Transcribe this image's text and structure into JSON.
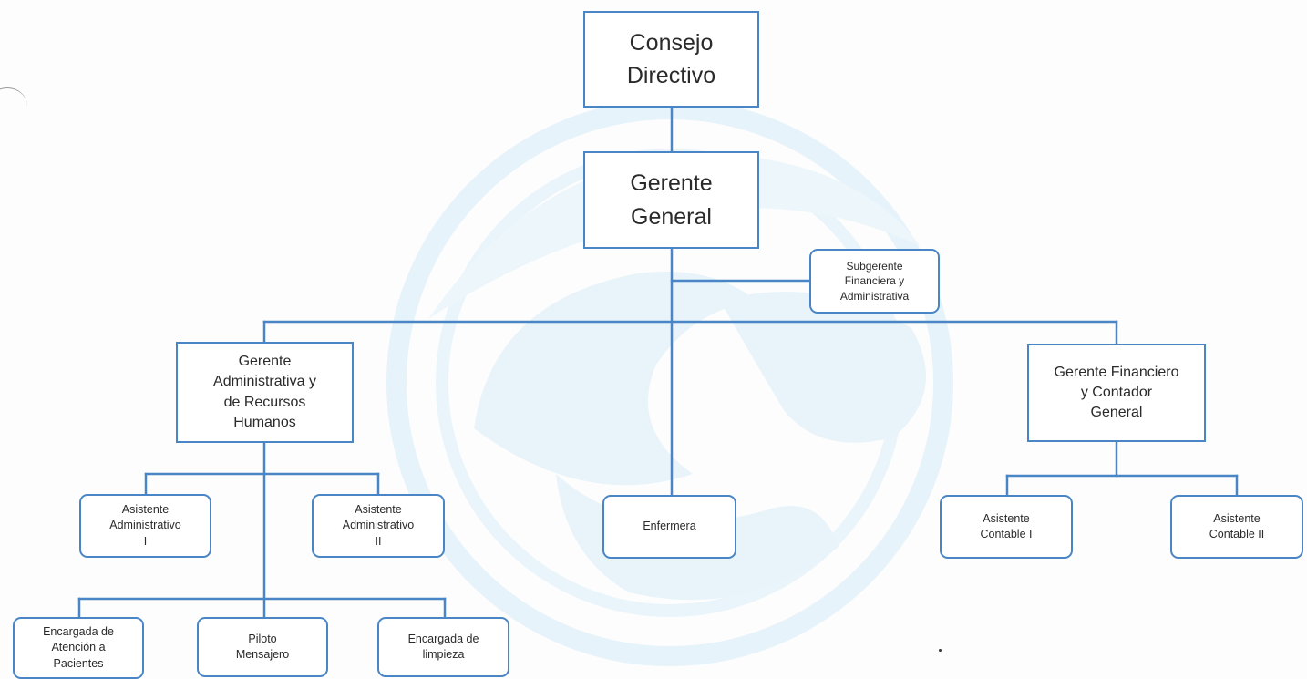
{
  "org_chart": {
    "consejo_directivo": "Consejo\nDirectivo",
    "gerente_general": "Gerente\nGeneral",
    "subgerente_financiera": "Subgerente\nFinanciera y\nAdministrativa",
    "gerente_administrativa": "Gerente\nAdministrativa y\nde Recursos\nHumanos",
    "enfermera": "Enfermera",
    "gerente_financiero": "Gerente Financiero\ny Contador\nGeneral",
    "asistente_administrativo_1": "Asistente\nAdministrativo\nI",
    "asistente_administrativo_2": "Asistente\nAdministrativo\nII",
    "asistente_contable_1": "Asistente\nContable I",
    "asistente_contable_2": "Asistente\nContable II",
    "encargada_atencion": "Encargada de\nAtención a\nPacientes",
    "piloto_mensajero": "Piloto\nMensajero",
    "encargada_limpieza": "Encargada de\nlimpieza"
  },
  "colors": {
    "box_border": "#4a86c5",
    "connector": "#4a86c5",
    "watermark": "#e4f2fa",
    "text": "#2a2a2a"
  }
}
